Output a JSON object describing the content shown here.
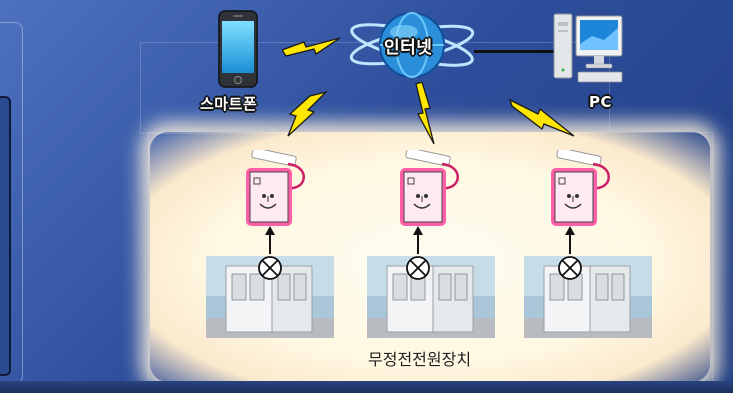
{
  "labels": {
    "smartphone": "스마트폰",
    "internet": "인터넷",
    "pc": "PC",
    "devices": "무정전전원장치"
  },
  "colors": {
    "background": "#2e4f9c",
    "lightning": "#ffe600",
    "globe": "#2a8fd8",
    "panel_glow": "#fff8e2",
    "pink_glow": "#ff5fa8"
  },
  "icons": [
    "smartphone-icon",
    "globe-icon",
    "pc-icon",
    "lightning-icon",
    "monitor-face-icon",
    "sensor-node-icon",
    "ups-cabinet-icon"
  ]
}
